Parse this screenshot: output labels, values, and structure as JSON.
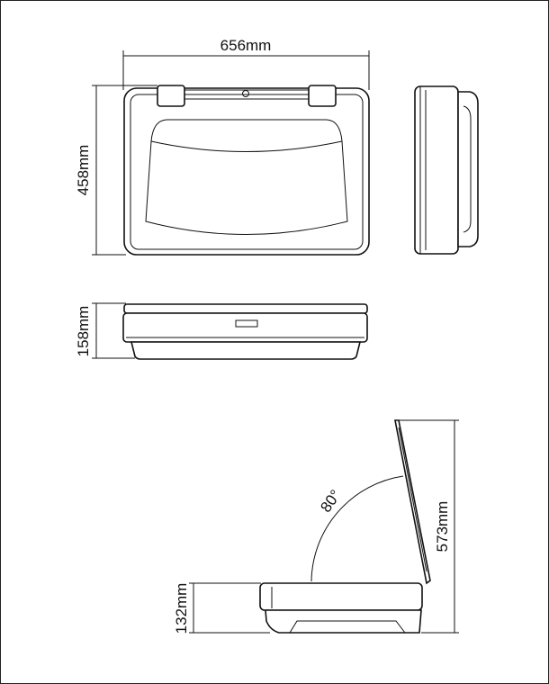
{
  "top_view": {
    "width_label": "656mm",
    "depth_label": "458mm"
  },
  "front_view": {
    "height_label": "158mm"
  },
  "open_view": {
    "angle_label": "80°",
    "open_height_label": "573mm",
    "base_height_label": "132mm"
  }
}
